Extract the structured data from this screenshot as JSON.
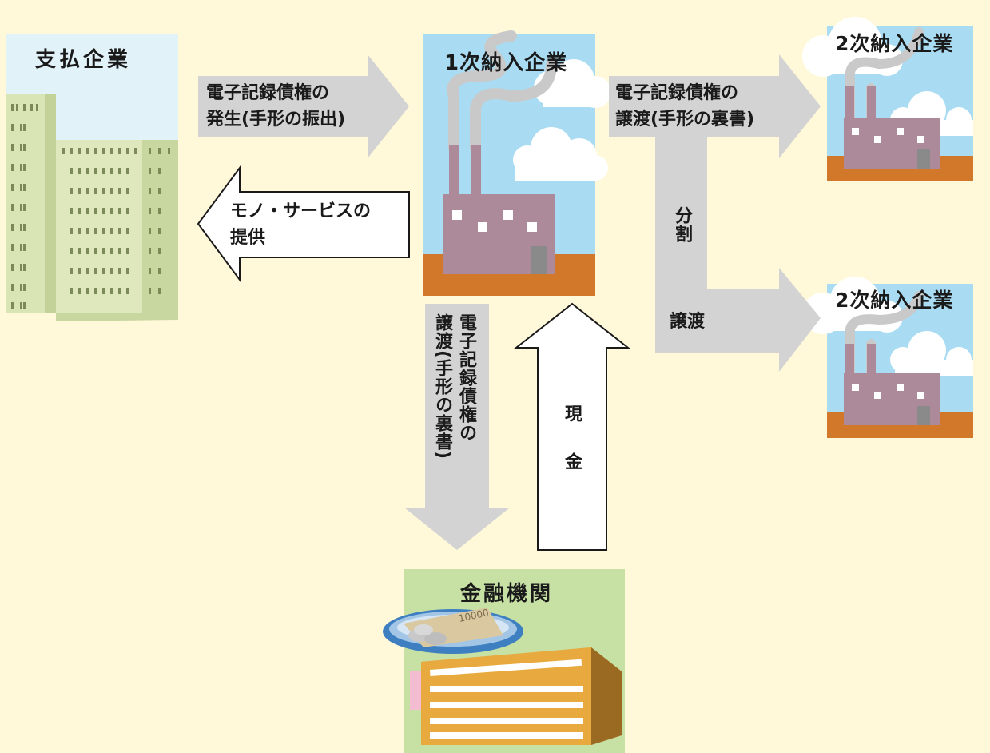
{
  "payer": {
    "title": "支払企業"
  },
  "primary_supplier": {
    "title": "1次納入企業"
  },
  "secondary_supplier_top": {
    "title": "2次納入企業"
  },
  "secondary_supplier_bottom": {
    "title": "2次納入企業"
  },
  "bank": {
    "title": "金融機関",
    "note_value": "10000"
  },
  "arrows": {
    "issuance": {
      "line1": "電子記録債権の",
      "line2": "発生(手形の振出)"
    },
    "goods": {
      "line1": "モノ・サービスの",
      "line2": "提供"
    },
    "transfer_secondary": {
      "line1": "電子記録債権の",
      "line2": "譲渡(手形の裏書)"
    },
    "split": {
      "label": "分割"
    },
    "split_transfer": {
      "label": "譲渡"
    },
    "transfer_bank": {
      "line1": "電子記録債権の",
      "line2": "譲渡(手形の裏書)"
    },
    "cash": {
      "label": "現金"
    }
  },
  "colors": {
    "background": "#fff8d9",
    "arrow_gray": "#d3d3d3",
    "sky": "#a9dcf3",
    "factory": "#ad8a99",
    "ground": "#d1782a",
    "bank_bg": "#c7e0a4",
    "bank_building": "#dca04c"
  }
}
